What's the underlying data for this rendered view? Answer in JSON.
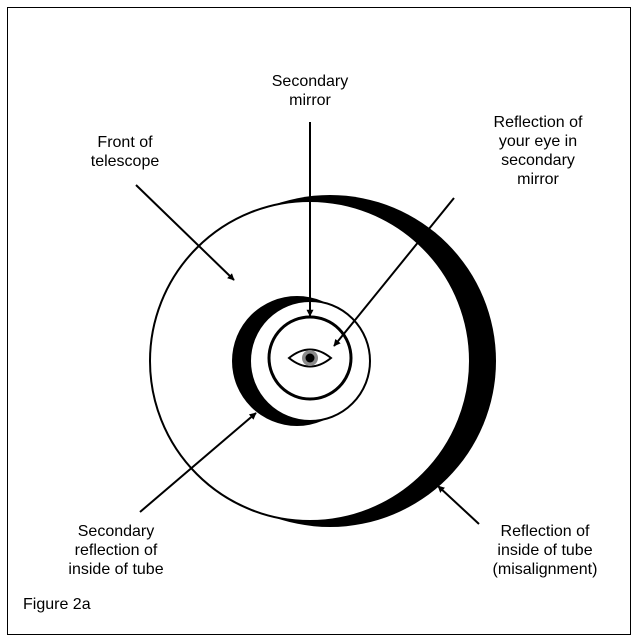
{
  "labels": {
    "secondary_mirror": "Secondary\nmirror",
    "front_of_telescope": "Front of\ntelescope",
    "eye_reflection": "Reflection of\nyour eye in\nsecondary\nmirror",
    "secondary_reflection": "Secondary\nreflection of\ninside of tube",
    "tube_reflection": "Reflection of\ninside of tube\n(misalignment)"
  },
  "caption": "Figure 2a",
  "colors": {
    "ink": "#000000",
    "paper": "#ffffff",
    "iris": "#8a8a8a"
  }
}
